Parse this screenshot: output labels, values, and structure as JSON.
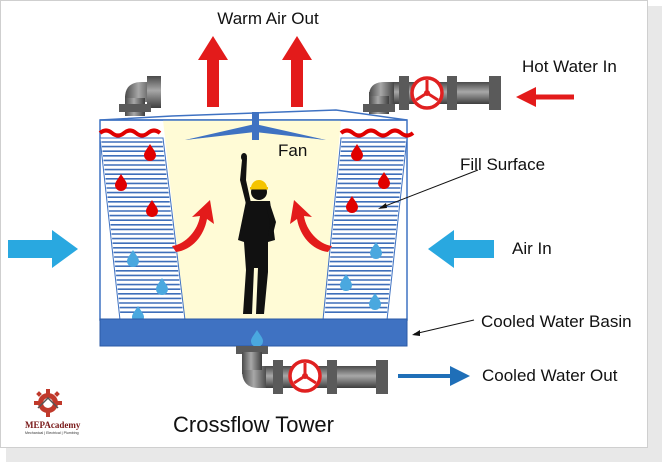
{
  "labels": {
    "warm_air_out": "Warm Air Out",
    "hot_water_in": "Hot Water In",
    "fan": "Fan",
    "fill_surface": "Fill Surface",
    "air_in": "Air In",
    "cooled_water_basin": "Cooled Water Basin",
    "cooled_water_out": "Cooled Water Out",
    "title": "Crossflow Tower"
  },
  "logo": {
    "name": "MEPAcademy",
    "tagline": "Mechanical | Electrical | Plumbing"
  },
  "colors": {
    "hot_arrow": "#e31b1b",
    "cool_arrow": "#29a8e0",
    "outlet_arrow": "#1f6fb8",
    "basin": "#3f72c2",
    "fill_lines": "#3f6fba",
    "tower_interior": "#fffbd6",
    "pipe": "#6e6e6e",
    "valve": "#e02020",
    "water_drop_hot": "#e00000",
    "water_drop_cool": "#4aa8df"
  }
}
